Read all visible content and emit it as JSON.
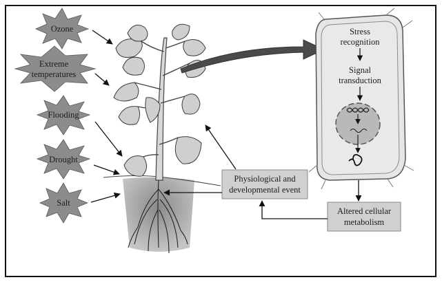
{
  "stressors": {
    "ozone": "Ozone",
    "extreme_temps_line1": "Extreme",
    "extreme_temps_line2": "temperatures",
    "flooding": "Flooding",
    "drought": "Drought",
    "salt": "Salt"
  },
  "cell": {
    "stress_recognition_line1": "Stress",
    "stress_recognition_line2": "recognition",
    "signal_transduction_line1": "Signal",
    "signal_transduction_line2": "transduction"
  },
  "boxes": {
    "physiological_line1": "Physiological and",
    "physiological_line2": "developmental event",
    "altered_line1": "Altered cellular",
    "altered_line2": "metabolism"
  },
  "colors": {
    "star_fill": "#8c8c8c",
    "leaf_fill": "#cfcfcf",
    "cell_fill": "#e6e6e6",
    "nucleus_fill": "#b9b9b9",
    "box_fill": "#d0d0d0",
    "soil_fill": "#9a9a9a",
    "big_arrow": "#4a4a4a"
  }
}
